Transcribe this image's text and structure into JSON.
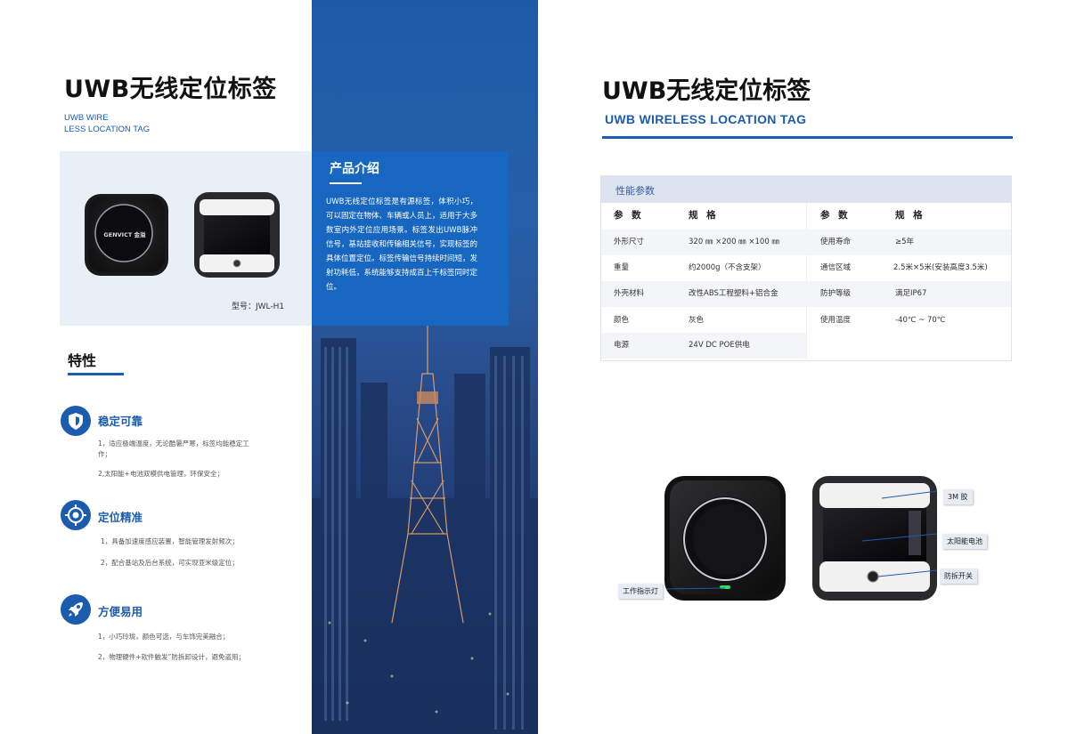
{
  "left": {
    "title": "UWB无线定位标签",
    "subtitle_line1": "UWB  WIRE",
    "subtitle_line2": "LESS LOCATION TAG",
    "logo_text": "GENVICT 金溢",
    "model": "型号：JWL-H1",
    "features_title": "特性",
    "features": [
      {
        "title": "稳定可靠",
        "icon": "shield-icon",
        "lines": [
          "1，适应极端温度，无论酷暑严寒，标签均能稳定工作；",
          "2,太阳能+电池双模供电管理，环保安全；"
        ]
      },
      {
        "title": "定位精准",
        "icon": "target-icon",
        "lines": [
          "1，具备加速度感应装置，智能管理发射频次；",
          "2，配合基站及后台系统，可实现亚米级定位；"
        ]
      },
      {
        "title": "方便易用",
        "icon": "rocket-icon",
        "lines": [
          "1，小巧玲珑，颜色可选，与车饰完美融合；",
          "2，物理硬件+软件触发”防拆卸设计，避免盗用；"
        ]
      }
    ]
  },
  "intro": {
    "title": "产品介绍",
    "text": "UWB无线定位标签是有源标签，体积小巧，可以固定在物体、车辆或人员上，适用于大多数室内外定位应用场景。标签发出UWB脉冲信号，基站接收和传输相关信号，实现标签的具体位置定位。标签传输信号持续时间短，发射功耗低，系统能够支持成百上千标签同时定位。"
  },
  "right": {
    "title": "UWB无线定位标签",
    "subtitle": "UWB WIRELESS LOCATION TAG",
    "spec_title": "性能参数",
    "headers": [
      "参 数",
      "规 格",
      "参 数",
      "规 格"
    ],
    "rows": [
      [
        "外形尺寸",
        "320 ㎜ ×200 ㎜ ×100 ㎜",
        "使用寿命",
        "≥5年"
      ],
      [
        "重量",
        "约2000g（不含支架）",
        "通信区域",
        "2.5米×5米(安装高度3.5米)"
      ],
      [
        "外壳材料",
        "改性ABS工程塑料+铝合金",
        "防护等级",
        "满足IP67"
      ],
      [
        "颜色",
        "灰色",
        "使用温度",
        "-40℃ ~ 70℃"
      ],
      [
        "电源",
        "24V DC POE供电",
        "",
        ""
      ]
    ],
    "callouts": {
      "glue": "3M 胶",
      "solar": "太阳能电池",
      "tamper": "防拆开关",
      "led": "工作指示灯"
    }
  },
  "colors": {
    "brand_blue": "#1b5cae",
    "panel": "#e9eff7",
    "intro_blue": "#1766bf"
  }
}
